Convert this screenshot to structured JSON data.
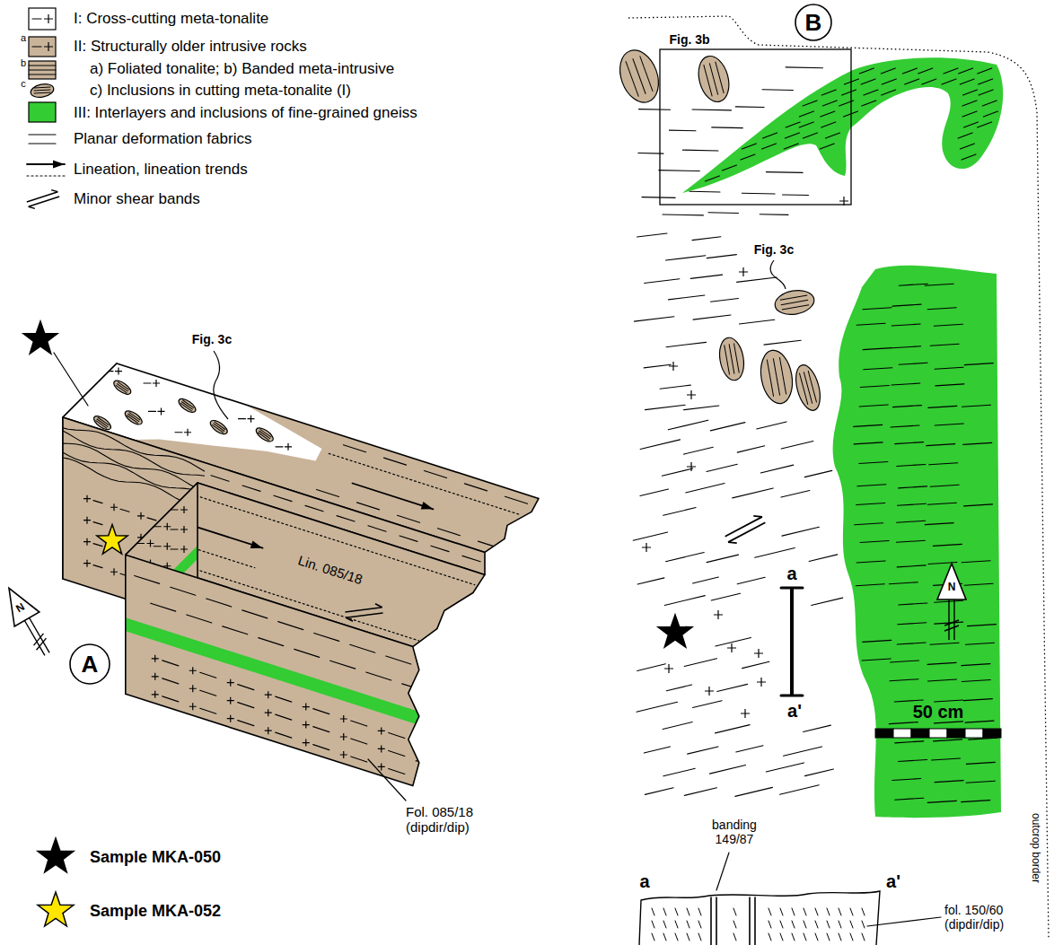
{
  "diagram": {
    "nodes": [
      {
        "text": [
          "B"
        ]
      },
      {
        "text": [
          "A"
        ]
      }
    ],
    "labels": [
      "a",
      "b",
      "c",
      "Fig. 3c",
      "Lin. 085/18",
      "N",
      "Fol. 085/18 (dipdir/dip)",
      "Fig. 3b",
      "Fig. 3c",
      "N",
      "a",
      "a'",
      "50 cm",
      "outcrop border",
      "banding 149/87",
      "a",
      "a'",
      "fol. 150/60 (dipdir/dip)"
    ],
    "legend": [
      {
        "text": "I: Cross-cutting meta-tonalite",
        "color": "#ffffff"
      },
      {
        "text": "II: Structurally older intrusive rocks",
        "color": "#c9b49a"
      },
      {
        "text": "a) Foliated tonalite; b) Banded meta-intrusive",
        "color": "#c9b49a"
      },
      {
        "text": "c) Inclusions in cutting meta-tonalite (I)",
        "color": "#c9b49a"
      },
      {
        "text": "III: Interlayers and inclusions of fine-grained gneiss",
        "color": "#33cc33"
      },
      {
        "text": "Planar deformation fabrics"
      },
      {
        "text": "Lineation, lineation trends"
      },
      {
        "text": "Minor shear bands"
      },
      {
        "text": "Sample MKA-050"
      },
      {
        "text": "Sample MKA-052"
      }
    ]
  }
}
